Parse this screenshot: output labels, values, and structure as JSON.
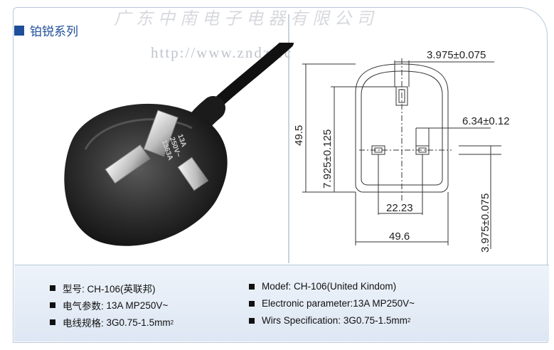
{
  "watermark": {
    "company": "广东中南电子电器有限公司",
    "url": "http://www.zndz.cc"
  },
  "series": {
    "label": "铂锐系列"
  },
  "plug_markings": {
    "line1": "13A",
    "line2": "250V~",
    "line3": "1363A"
  },
  "drawing": {
    "dim_top": "3.975±0.075",
    "dim_height": "49.5",
    "dim_left": "7.925±0.125",
    "dim_right_upper": "6.34±0.12",
    "dim_pin_spacing": "22.23",
    "dim_width": "49.6",
    "dim_right_lower": "3.975±0.075"
  },
  "specs_cn": [
    {
      "label": "型号:",
      "value": "CH-106(英联邦)"
    },
    {
      "label": "电气参数:",
      "value": "13A MP250V~"
    },
    {
      "label": "电线规格:",
      "value": "3G0.75-1.5mm",
      "sup": "2"
    }
  ],
  "specs_en": [
    {
      "label": "Modef:",
      "value": "CH-106(United Kindom)"
    },
    {
      "label": "Electronic parameter:",
      "value": "13A MP250V~"
    },
    {
      "label": "Wirs Specification:",
      "value": "3G0.75-1.5mm",
      "sup": "2"
    }
  ]
}
